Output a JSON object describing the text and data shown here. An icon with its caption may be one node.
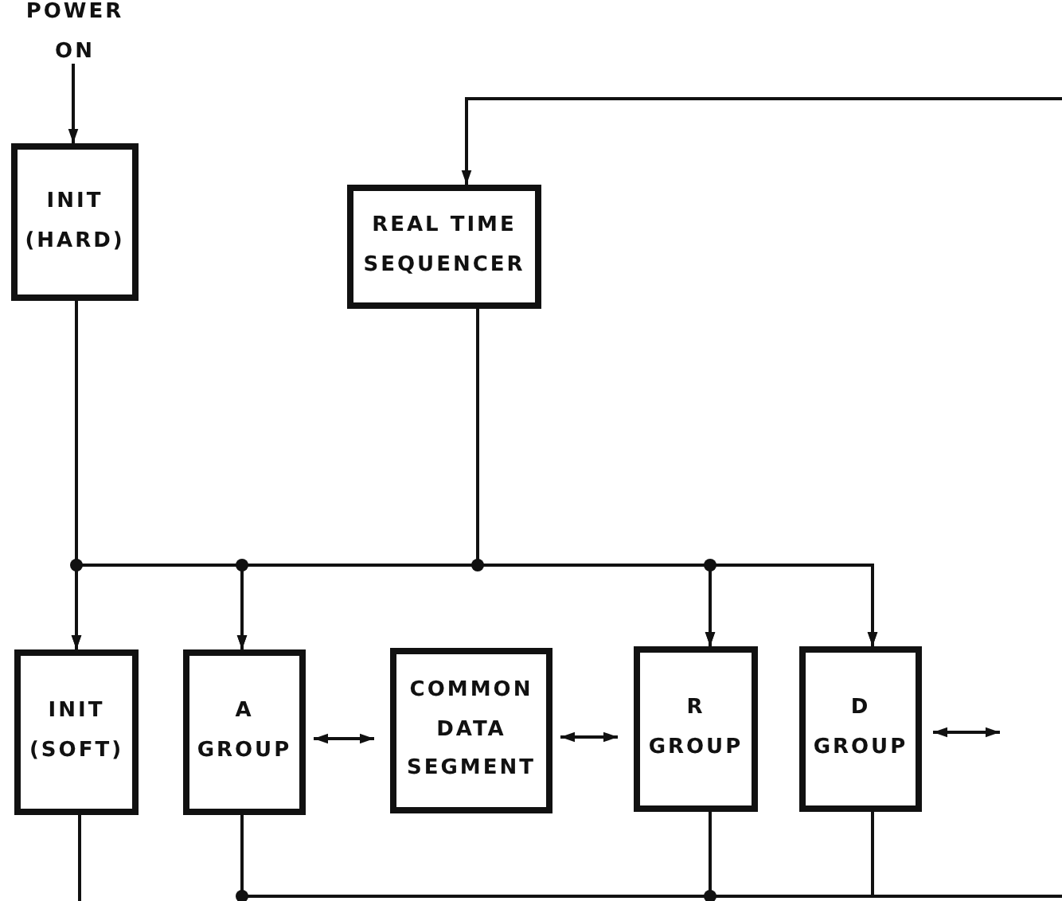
{
  "diagram": {
    "nodes": [
      {
        "text": [
          "POWER ON"
        ]
      },
      {
        "text": [
          "INIT (HARD)"
        ]
      },
      {
        "text": [
          "REAL TIME SEQUENCER"
        ]
      },
      {
        "text": [
          "INIT (SOFT)"
        ]
      },
      {
        "text": [
          "A GROUP"
        ]
      },
      {
        "text": [
          "COMMON DATA SEGMENT"
        ]
      },
      {
        "text": [
          "R GROUP"
        ]
      },
      {
        "text": [
          "D GROUP"
        ]
      }
    ],
    "edges": [
      {
        "from": 0,
        "to": 1,
        "arrow": "to"
      },
      {
        "from": null,
        "to": 2,
        "arrow": "to"
      },
      {
        "from": 1,
        "to": 3,
        "arrow": "to"
      },
      {
        "from": 1,
        "to": 4,
        "arrow": "to"
      },
      {
        "from": 1,
        "to": 6,
        "arrow": "to"
      },
      {
        "from": 1,
        "to": 7,
        "arrow": "to"
      },
      {
        "from": 2,
        "to": 3,
        "arrow": "to"
      },
      {
        "from": 2,
        "to": 4,
        "arrow": "to"
      },
      {
        "from": 2,
        "to": 6,
        "arrow": "to"
      },
      {
        "from": 2,
        "to": 7,
        "arrow": "to"
      },
      {
        "from": 4,
        "to": 5,
        "arrow": "both"
      },
      {
        "from": 5,
        "to": 6,
        "arrow": "both"
      },
      {
        "from": 7,
        "to": null,
        "arrow": "both"
      },
      {
        "from": 3,
        "to": null,
        "arrow": "none"
      },
      {
        "from": 4,
        "to": null,
        "arrow": "none"
      },
      {
        "from": 6,
        "to": null,
        "arrow": "none"
      },
      {
        "from": 7,
        "to": null,
        "arrow": "none"
      }
    ]
  }
}
